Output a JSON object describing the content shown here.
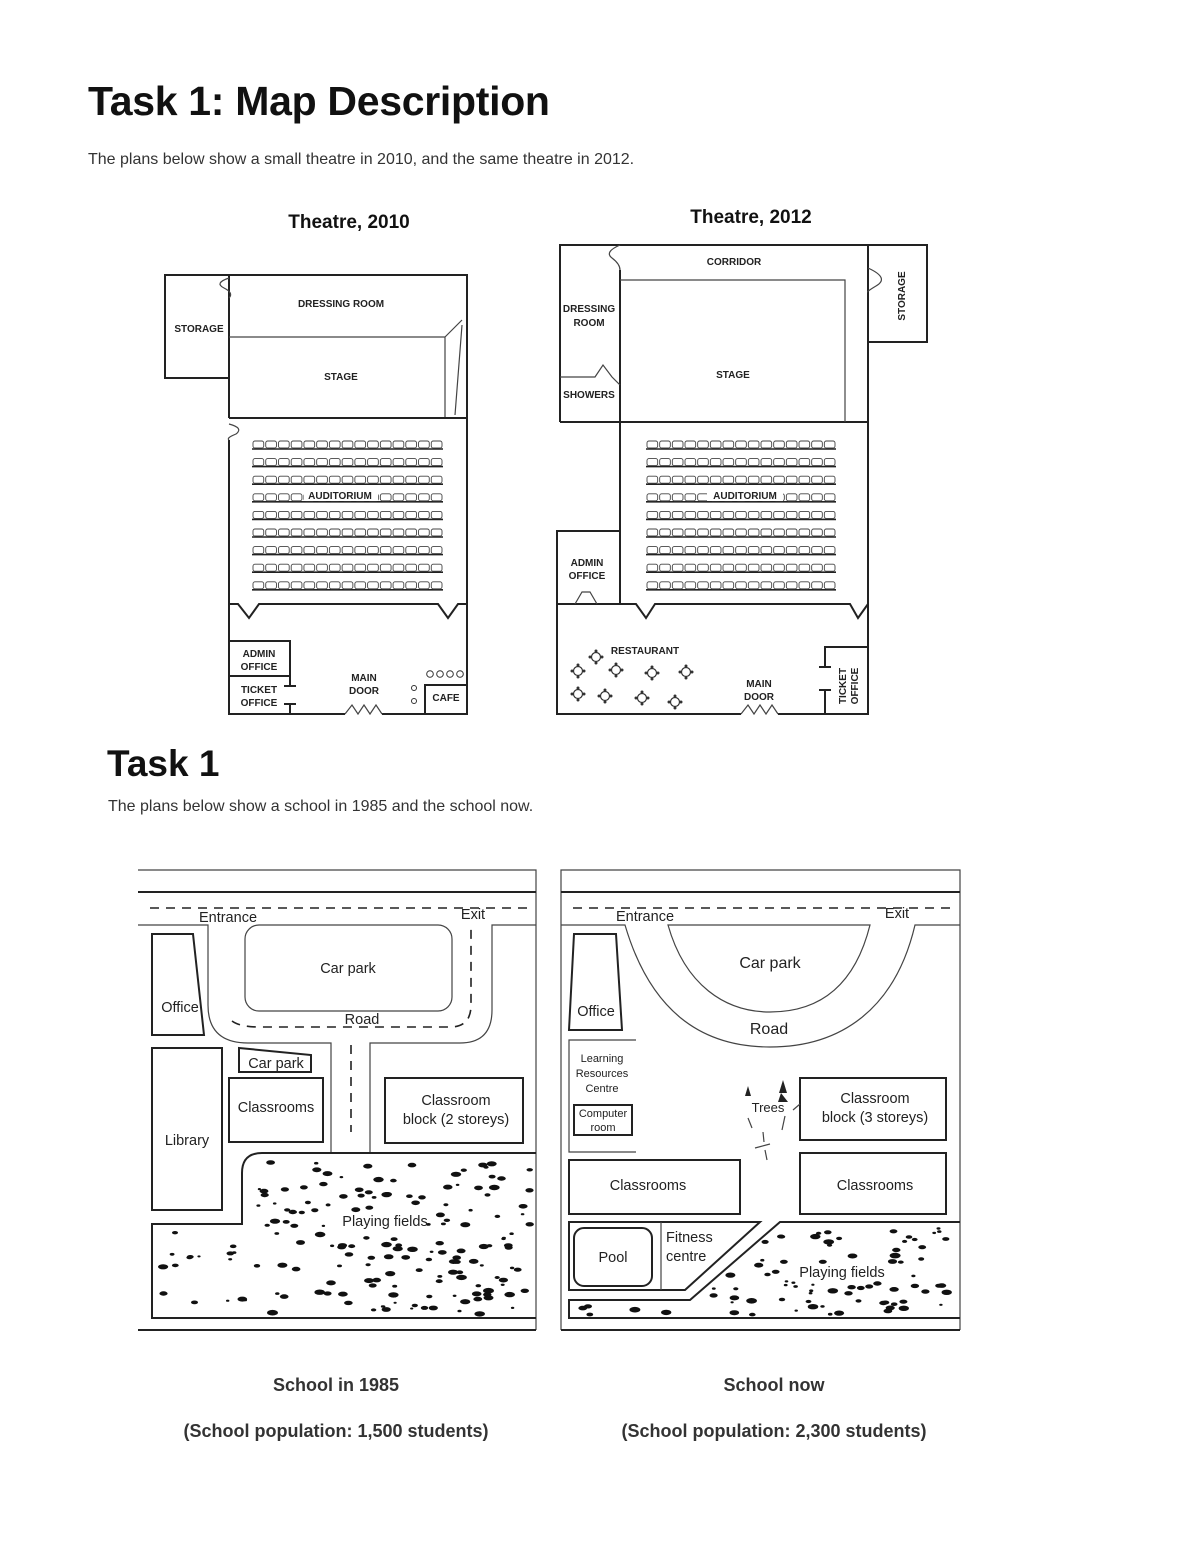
{
  "section1": {
    "title": "Task 1: Map Description",
    "subtitle": "The plans below show a small theatre in 2010, and the same theatre in 2012.",
    "theatre_2010": {
      "title": "Theatre, 2010",
      "labels": {
        "dressing_room": "DRESSING ROOM",
        "storage": "STORAGE",
        "stage": "STAGE",
        "auditorium": "AUDITORIUM",
        "admin_1": "ADMIN",
        "admin_2": "OFFICE",
        "ticket_1": "TICKET",
        "ticket_2": "OFFICE",
        "door_1": "MAIN",
        "door_2": "DOOR",
        "cafe": "CAFE"
      }
    },
    "theatre_2012": {
      "title": "Theatre, 2012",
      "labels": {
        "corridor": "CORRIDOR",
        "dressing_1": "DRESSING",
        "dressing_2": "ROOM",
        "showers": "SHOWERS",
        "stage": "STAGE",
        "storage": "STORAGE",
        "auditorium": "AUDITORIUM",
        "admin_1": "ADMIN",
        "admin_2": "OFFICE",
        "restaurant": "RESTAURANT",
        "door_1": "MAIN",
        "door_2": "DOOR",
        "ticket_1": "TICKET",
        "ticket_2": "OFFICE"
      }
    }
  },
  "section2": {
    "title": "Task 1",
    "subtitle": "The plans below show a school in 1985 and the school now.",
    "school_1985": {
      "labels": {
        "entrance": "Entrance",
        "exit": "Exit",
        "car_park": "Car park",
        "road": "Road",
        "office": "Office",
        "small_car_park": "Car park",
        "classrooms": "Classrooms",
        "block_1": "Classroom",
        "block_2": "block (2 storeys)",
        "library": "Library",
        "playing_fields": "Playing fields"
      },
      "caption": "School in 1985",
      "population": "(School population: 1,500 students)"
    },
    "school_now": {
      "labels": {
        "entrance": "Entrance",
        "exit": "Exit",
        "car_park": "Car park",
        "road": "Road",
        "office": "Office",
        "lrc_1": "Learning",
        "lrc_2": "Resources",
        "lrc_3": "Centre",
        "computer_1": "Computer",
        "computer_2": "room",
        "trees": "Trees",
        "block_1": "Classroom",
        "block_2": "block (3 storeys)",
        "classrooms_left": "Classrooms",
        "classrooms_right": "Classrooms",
        "pool": "Pool",
        "fitness_1": "Fitness",
        "fitness_2": "centre",
        "playing_fields": "Playing fields"
      },
      "caption": "School now",
      "population": "(School population: 2,300 students)"
    }
  }
}
